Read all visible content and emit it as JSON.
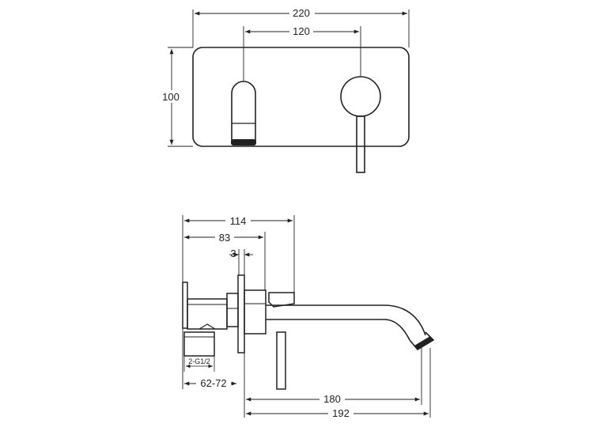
{
  "dimensions": {
    "top_view": {
      "overall_width": "220",
      "centers_width": "120",
      "height": "100"
    },
    "side_view": {
      "depth_114": "114",
      "depth_83": "83",
      "plate_3": "3",
      "thread_label": "2-G1/2",
      "wall_adjust": "62-72",
      "spout_180": "180",
      "spout_192": "192"
    }
  },
  "colors": {
    "line": "#222222",
    "background": "#ffffff"
  }
}
